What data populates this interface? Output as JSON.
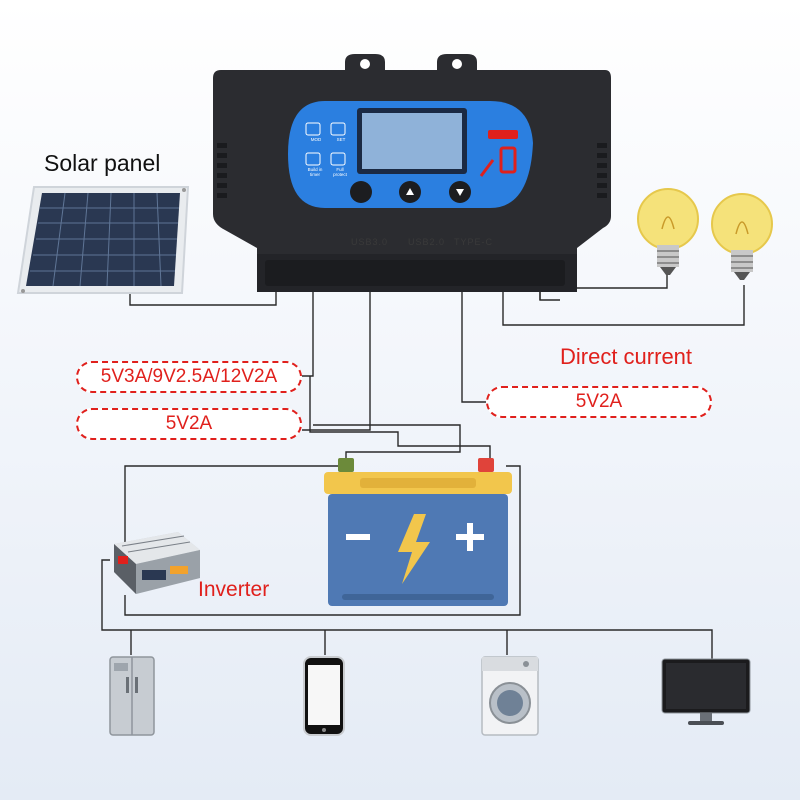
{
  "labels": {
    "solar_panel": "Solar panel",
    "direct_current": "Direct current",
    "inverter": "Inverter"
  },
  "output_specs": {
    "usb_multi": "5V3A/9V2.5A/12V2A",
    "usb_main": "5V2A",
    "type_c": "5V2A"
  },
  "controller": {
    "buttons": [
      {
        "icon": "mode-icon",
        "caption": "MOD"
      },
      {
        "icon": "gear-icon",
        "caption": "SET"
      },
      {
        "icon": "clock-icon",
        "caption": "Build in timer"
      },
      {
        "icon": "lock-icon",
        "caption": "Full protect"
      }
    ],
    "ports": [
      "USB3.0",
      "USB2.0",
      "TYPE-C"
    ]
  },
  "colors": {
    "accent_red": "#e0201c",
    "controller_body": "#2b2c30",
    "panel_blue": "#2b7fe0",
    "lcd": "#8fb2d9",
    "battery_body": "#4f79b4",
    "battery_top": "#f2c64c",
    "bulb": "#f5e27a"
  },
  "devices": [
    "refrigerator",
    "smartphone",
    "washing-machine",
    "monitor"
  ]
}
